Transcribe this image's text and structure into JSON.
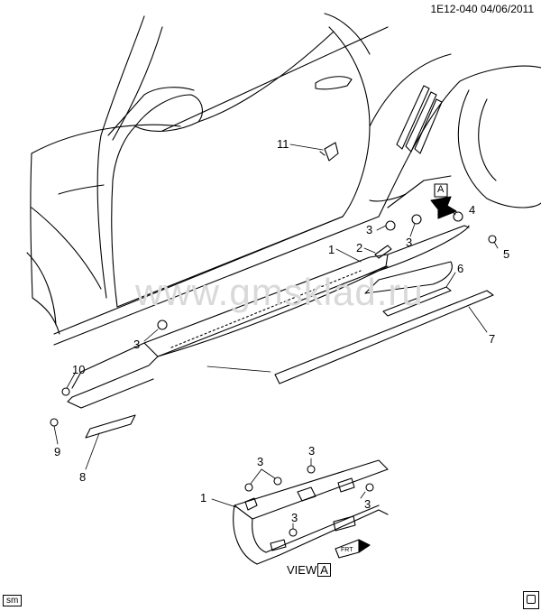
{
  "header": {
    "code": "1E12-040 04/06/2011"
  },
  "watermark": "www.gmsklad.ru",
  "callouts": [
    {
      "key": "c11",
      "label": "11"
    },
    {
      "key": "c3a",
      "label": "3"
    },
    {
      "key": "c3b",
      "label": "3"
    },
    {
      "key": "c4",
      "label": "4"
    },
    {
      "key": "c1a",
      "label": "1"
    },
    {
      "key": "c2",
      "label": "2"
    },
    {
      "key": "c5",
      "label": "5"
    },
    {
      "key": "c6",
      "label": "6"
    },
    {
      "key": "c3c",
      "label": "3"
    },
    {
      "key": "c7",
      "label": "7"
    },
    {
      "key": "c10",
      "label": "10"
    },
    {
      "key": "c9",
      "label": "9"
    },
    {
      "key": "c8",
      "label": "8"
    },
    {
      "key": "c3d",
      "label": "3"
    },
    {
      "key": "c3e",
      "label": "3"
    },
    {
      "key": "c1b",
      "label": "1"
    },
    {
      "key": "c3f",
      "label": "3"
    },
    {
      "key": "c3g",
      "label": "3"
    }
  ],
  "view_arrow_label": "A",
  "view_caption": {
    "text": "VIEW",
    "ref": "A"
  },
  "corner_tag": "sm",
  "fwd_label": "FRT"
}
